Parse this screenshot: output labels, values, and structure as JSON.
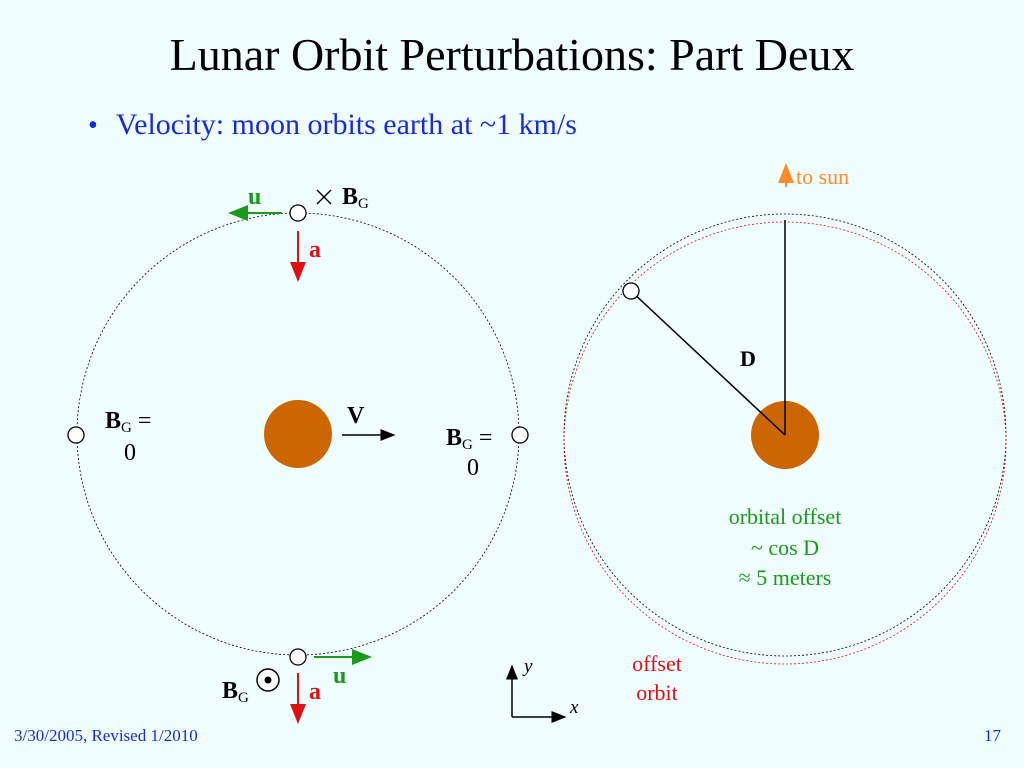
{
  "slide": {
    "title": "Lunar Orbit Perturbations: Part Deux",
    "bullet": "Velocity: moon orbits earth at ~1 km/s",
    "footer_date": "3/30/2005, Revised 1/2010",
    "page_number": "17"
  },
  "left_diagram": {
    "u_top": "u",
    "bg_top": "B",
    "bg_top_sub": "G",
    "a_top": "a",
    "bg_left": "B",
    "bg_left_sub": "G",
    "bg_left_eq": " =",
    "bg_left_value": "0",
    "v_label": "V",
    "bg_right": "B",
    "bg_right_sub": "G",
    "bg_right_eq": " =",
    "bg_right_value": "0",
    "u_bottom": "u",
    "bg_bottom": "B",
    "bg_bottom_sub": "G",
    "a_bottom": "a"
  },
  "axes": {
    "y_label": "y",
    "x_label": "x"
  },
  "right_diagram": {
    "to_sun": "to sun",
    "d_label": "D",
    "offset_line1": "orbital offset",
    "offset_line2": "~ cos D",
    "offset_line3": "≈ 5 meters",
    "offset_orbit_line1": "offset",
    "offset_orbit_line2": "orbit"
  },
  "colors": {
    "earth": "#cc6600",
    "green": "#1a9a1a",
    "red": "#dd1111",
    "orange": "#ff8c2a",
    "blue": "#1a2bd6"
  }
}
